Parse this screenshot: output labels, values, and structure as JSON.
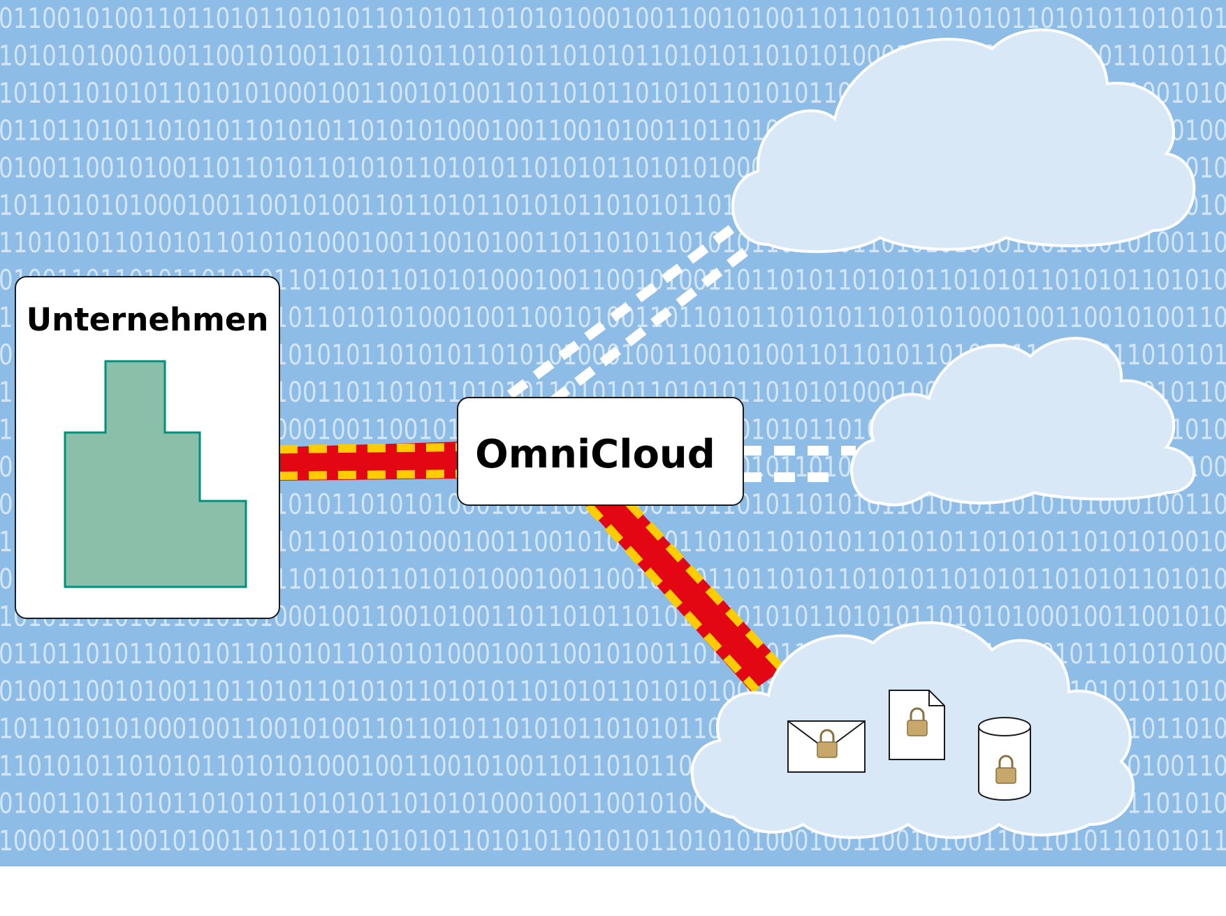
{
  "diagram": {
    "company_label": "Unternehmen",
    "hub_label": "OmniCloud",
    "binary_rows": [
      "0110010100110110101101010110101011010101000100110010100110110101101010110101011010101",
      "1010101000100110010100110110101101010110101011010101101010100010011001010011011010110",
      "1010110101011010101000100110010100110110101101010110101011010101101010100010011001010",
      "0110110101101010110101011010101000100110010100110110101101010110101011010101101010100",
      "0100110010100110110101101010110101011010101101010100010011001010011011010110101011010",
      "1011010101000100110010100110110101101010110101011010101101010100010011001010011011010",
      "1101010110101011010101000100110010100110110101101010110101011010101000100110010100110",
      "0100110110101101010110101011010101000100110010100110110101101010110101011010101101010",
      "1101010110101011010101101010100010011001010011011010110101011010101000100110010100110",
      "0110010100110110101101010110101011010101000100110010100110110101101010110101011010101",
      "1010101000100110010100110110101101010110101011010101101010100010011001010011011010110",
      "1010110101011010101000100110010100110110101101010110101011010101101010100010011001010",
      "0100110101101010110101011010101000100110010100110110101101010110101011010101101010100",
      "0110110101101010110101011010101000100110010100110110101101010110101011010101000100110",
      "1101010110101011010101101010100010011001010011011010110101011010101101010110101010010",
      "0100110110101101010110101011010101000100110010100110110101101010110101011010101101010",
      "1010110101011010101000100110010100110110101101010110101011010101101010100010011001010",
      "0110110101101010110101011010101000100110010100110110101101010110101011010101101010100",
      "0100110010100110110101101010110101011010101101010100010011001010011011010110101011010",
      "1011010101000100110010100110110101101010110101011010101101010100010011001010011011010",
      "1101010110101011010101000100110010100110110101101010110101011010101000100110010100110",
      "0100110110101101010110101011010101000100110010100110110101101010110101011010101101010",
      "1000100110010100110110101101010110101011010101101010100010011001010011011010110101011"
    ],
    "colors": {
      "background": "#8dbce6",
      "binary_text": "#d3e5f6",
      "cloud_fill": "#d9e8f7",
      "cloud_stroke": "#ffffff",
      "building_fill": "#8cbfaa",
      "building_stroke": "#00917a",
      "secure_link_red": "#e30613",
      "secure_link_yellow": "#ffcc00",
      "insecure_link": "#ffffff",
      "lock": "#c8a86a"
    },
    "icons": [
      "building-icon",
      "envelope-icon",
      "document-icon",
      "database-icon",
      "lock-icon"
    ]
  }
}
